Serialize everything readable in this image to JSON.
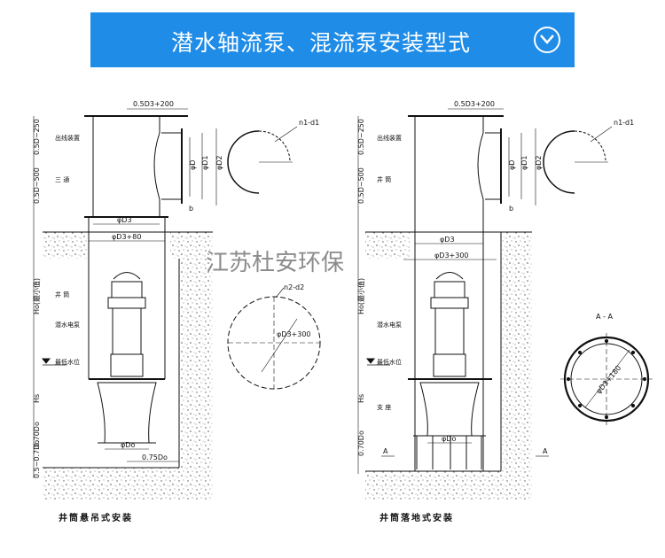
{
  "banner": {
    "title": "潜水轴流泵、混流泵安装型式",
    "icon": "chevron-down-circle-icon"
  },
  "watermark": "江苏杜安环保",
  "left": {
    "caption": "井筒悬吊式安装",
    "labels": {
      "outlet": "出线装置",
      "tee": "三 通",
      "tube": "井 筒",
      "pump": "潜水电泵",
      "water": "最低水位"
    },
    "dims": {
      "top": "0.5D3+200",
      "d3": "φD3",
      "d380": "φD3+80",
      "do": "φDo",
      "do75": "0.75Do",
      "v1": "0.5D~250",
      "v2": "0.5D~500",
      "v3": "Ho(最小值)",
      "v4": "Hs",
      "v5": "0.70Do",
      "v6": "0.5~0.7Do",
      "d": "φD",
      "d1": "φD1",
      "d2": "φD2",
      "b": "b"
    }
  },
  "right": {
    "caption": "井筒落地式安装",
    "labels": {
      "outlet": "出线装置",
      "tube": "井 筒",
      "pump": "潜水电泵",
      "water": "最低水位",
      "support": "支 座"
    },
    "dims": {
      "top": "0.5D3+200",
      "d3": "φD3",
      "d3300": "φD3+300",
      "do": "φDo",
      "v1": "0.5D~250",
      "v2": "0.5D~500",
      "v3": "Ho(最小值)",
      "v4": "Hs",
      "v5": "0.70Do",
      "d": "φD",
      "d1": "φD1",
      "d2": "φD2",
      "b": "b",
      "a": "A"
    }
  },
  "details": {
    "flange1": "n1-d1",
    "flange2": "n1-d1",
    "circle_lbl": "n2-d2",
    "circle_dim": "φD3+300",
    "section": "A - A",
    "section_dim": "φD3+180"
  }
}
